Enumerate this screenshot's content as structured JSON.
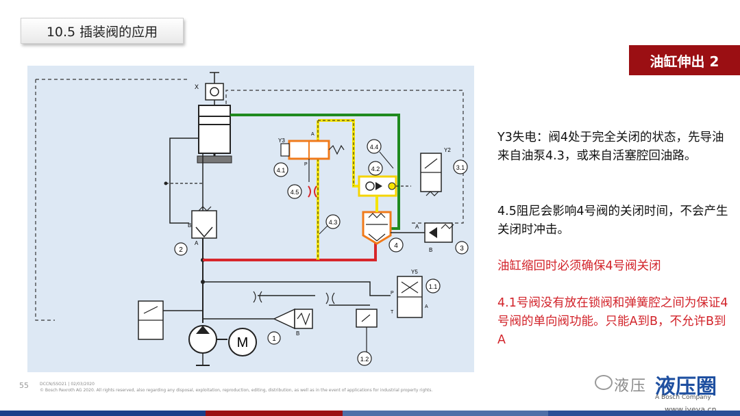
{
  "header": {
    "section_title": "10.5 插装阀的应用"
  },
  "slide": {
    "state_title": "油缸伸出 2"
  },
  "diagram_labels": {
    "x": "X",
    "y3": "Y3",
    "y2": "Y2",
    "y5": "Y5",
    "c41": "4.1",
    "c45": "4.5",
    "c44": "4.4",
    "c42": "4.2",
    "c43": "4.3",
    "c31": "3.1",
    "c2": "2",
    "c4": "4",
    "c3": "3",
    "c11": "1.1",
    "c1": "1",
    "c12": "1.2",
    "motor": "M",
    "a": "A",
    "b": "B",
    "p": "P",
    "t": "T"
  },
  "description": {
    "p1": "Y3失电：阀4处于完全关闭的状态，先导油来自油泵4.3，或来自活塞腔回油路。",
    "p2": "4.5阻尼会影响4号阀的关闭时间，不会产生关闭时冲击。",
    "p3": "油缸缩回时必须确保4号阀关闭",
    "p4": "4.1号阀没有放在锁阀和弹簧腔之间为保证4号阀的单向阀功能。只能A到B，不允许B到A"
  },
  "footer": {
    "page": "55",
    "doc_ref": "DCCN/SSO21 | 02/03/2020",
    "copyright": "© Bosch Rexroth AG 2020. All rights reserved, also regarding any disposal, exploitation, reproduction, editing, distribution, as well as in the event of applications for industrial property rights."
  },
  "logo": {
    "cn_text": "液压",
    "big_text": "液压圈",
    "sub_text": "A Bosch Company",
    "url": "www.iyeya.cn"
  },
  "colors": {
    "accent_red": "#9b0f13",
    "text_red": "#d2232a",
    "line_green": "#1f8a1f",
    "line_red": "#d7262b",
    "line_yellow": "#f5e400",
    "diagram_bg": "#dde8f4"
  }
}
